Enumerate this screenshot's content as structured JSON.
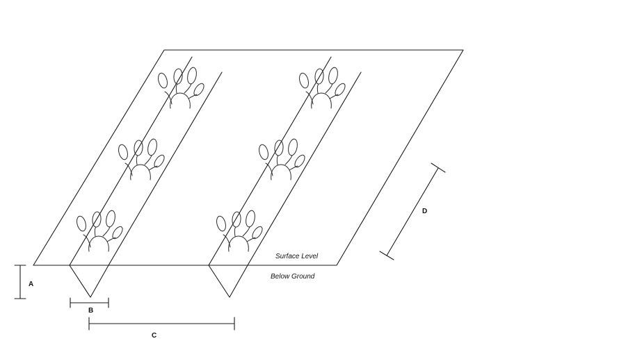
{
  "levels": {
    "surface": "Surface Level",
    "below": "Below Ground"
  },
  "dimensions": {
    "a": "A",
    "b": "B",
    "c": "C",
    "d": "D"
  },
  "rows": [
    {
      "plants": 3
    },
    {
      "plants": 3
    }
  ]
}
